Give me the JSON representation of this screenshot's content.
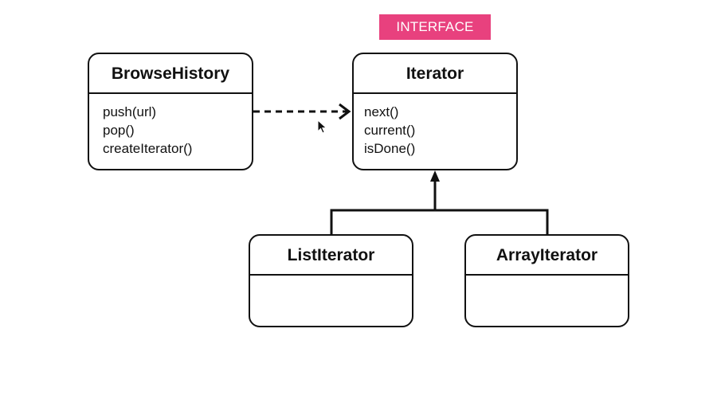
{
  "badge": "INTERFACE",
  "classes": {
    "browse_history": {
      "name": "BrowseHistory",
      "methods": [
        "push(url)",
        "pop()",
        "createIterator()"
      ]
    },
    "iterator": {
      "name": "Iterator",
      "methods": [
        "next()",
        "current()",
        "isDone()"
      ]
    },
    "list_iterator": {
      "name": "ListIterator",
      "methods": []
    },
    "array_iterator": {
      "name": "ArrayIterator",
      "methods": []
    }
  },
  "colors": {
    "badge": "#e8417e",
    "stroke": "#111111"
  }
}
